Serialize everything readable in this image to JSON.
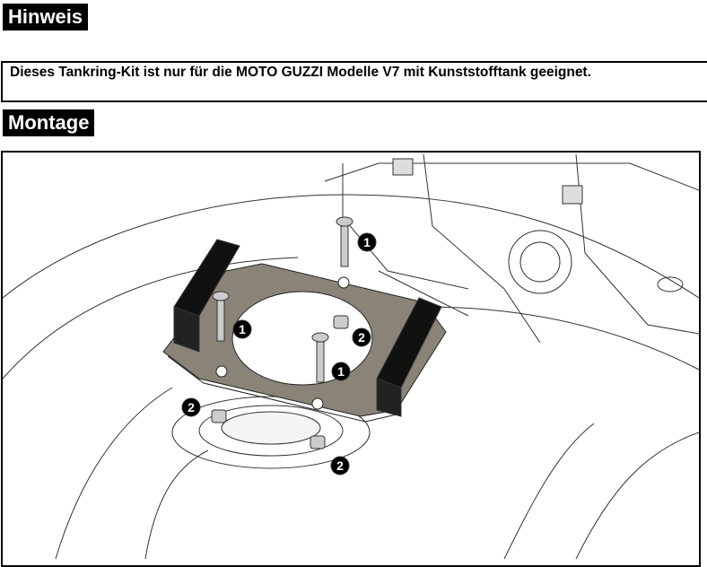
{
  "sections": {
    "note_heading": "Hinweis",
    "note_text": "Dieses Tankring-Kit ist nur für die  MOTO GUZZI Modelle V7 mit Kunststofftank geeignet.",
    "assembly_heading": "Montage"
  },
  "figure": {
    "callouts": [
      {
        "number": "1",
        "part": "screw"
      },
      {
        "number": "1",
        "part": "screw"
      },
      {
        "number": "1",
        "part": "screw"
      },
      {
        "number": "2",
        "part": "nut"
      },
      {
        "number": "2",
        "part": "nut"
      },
      {
        "number": "2",
        "part": "nut"
      }
    ]
  }
}
